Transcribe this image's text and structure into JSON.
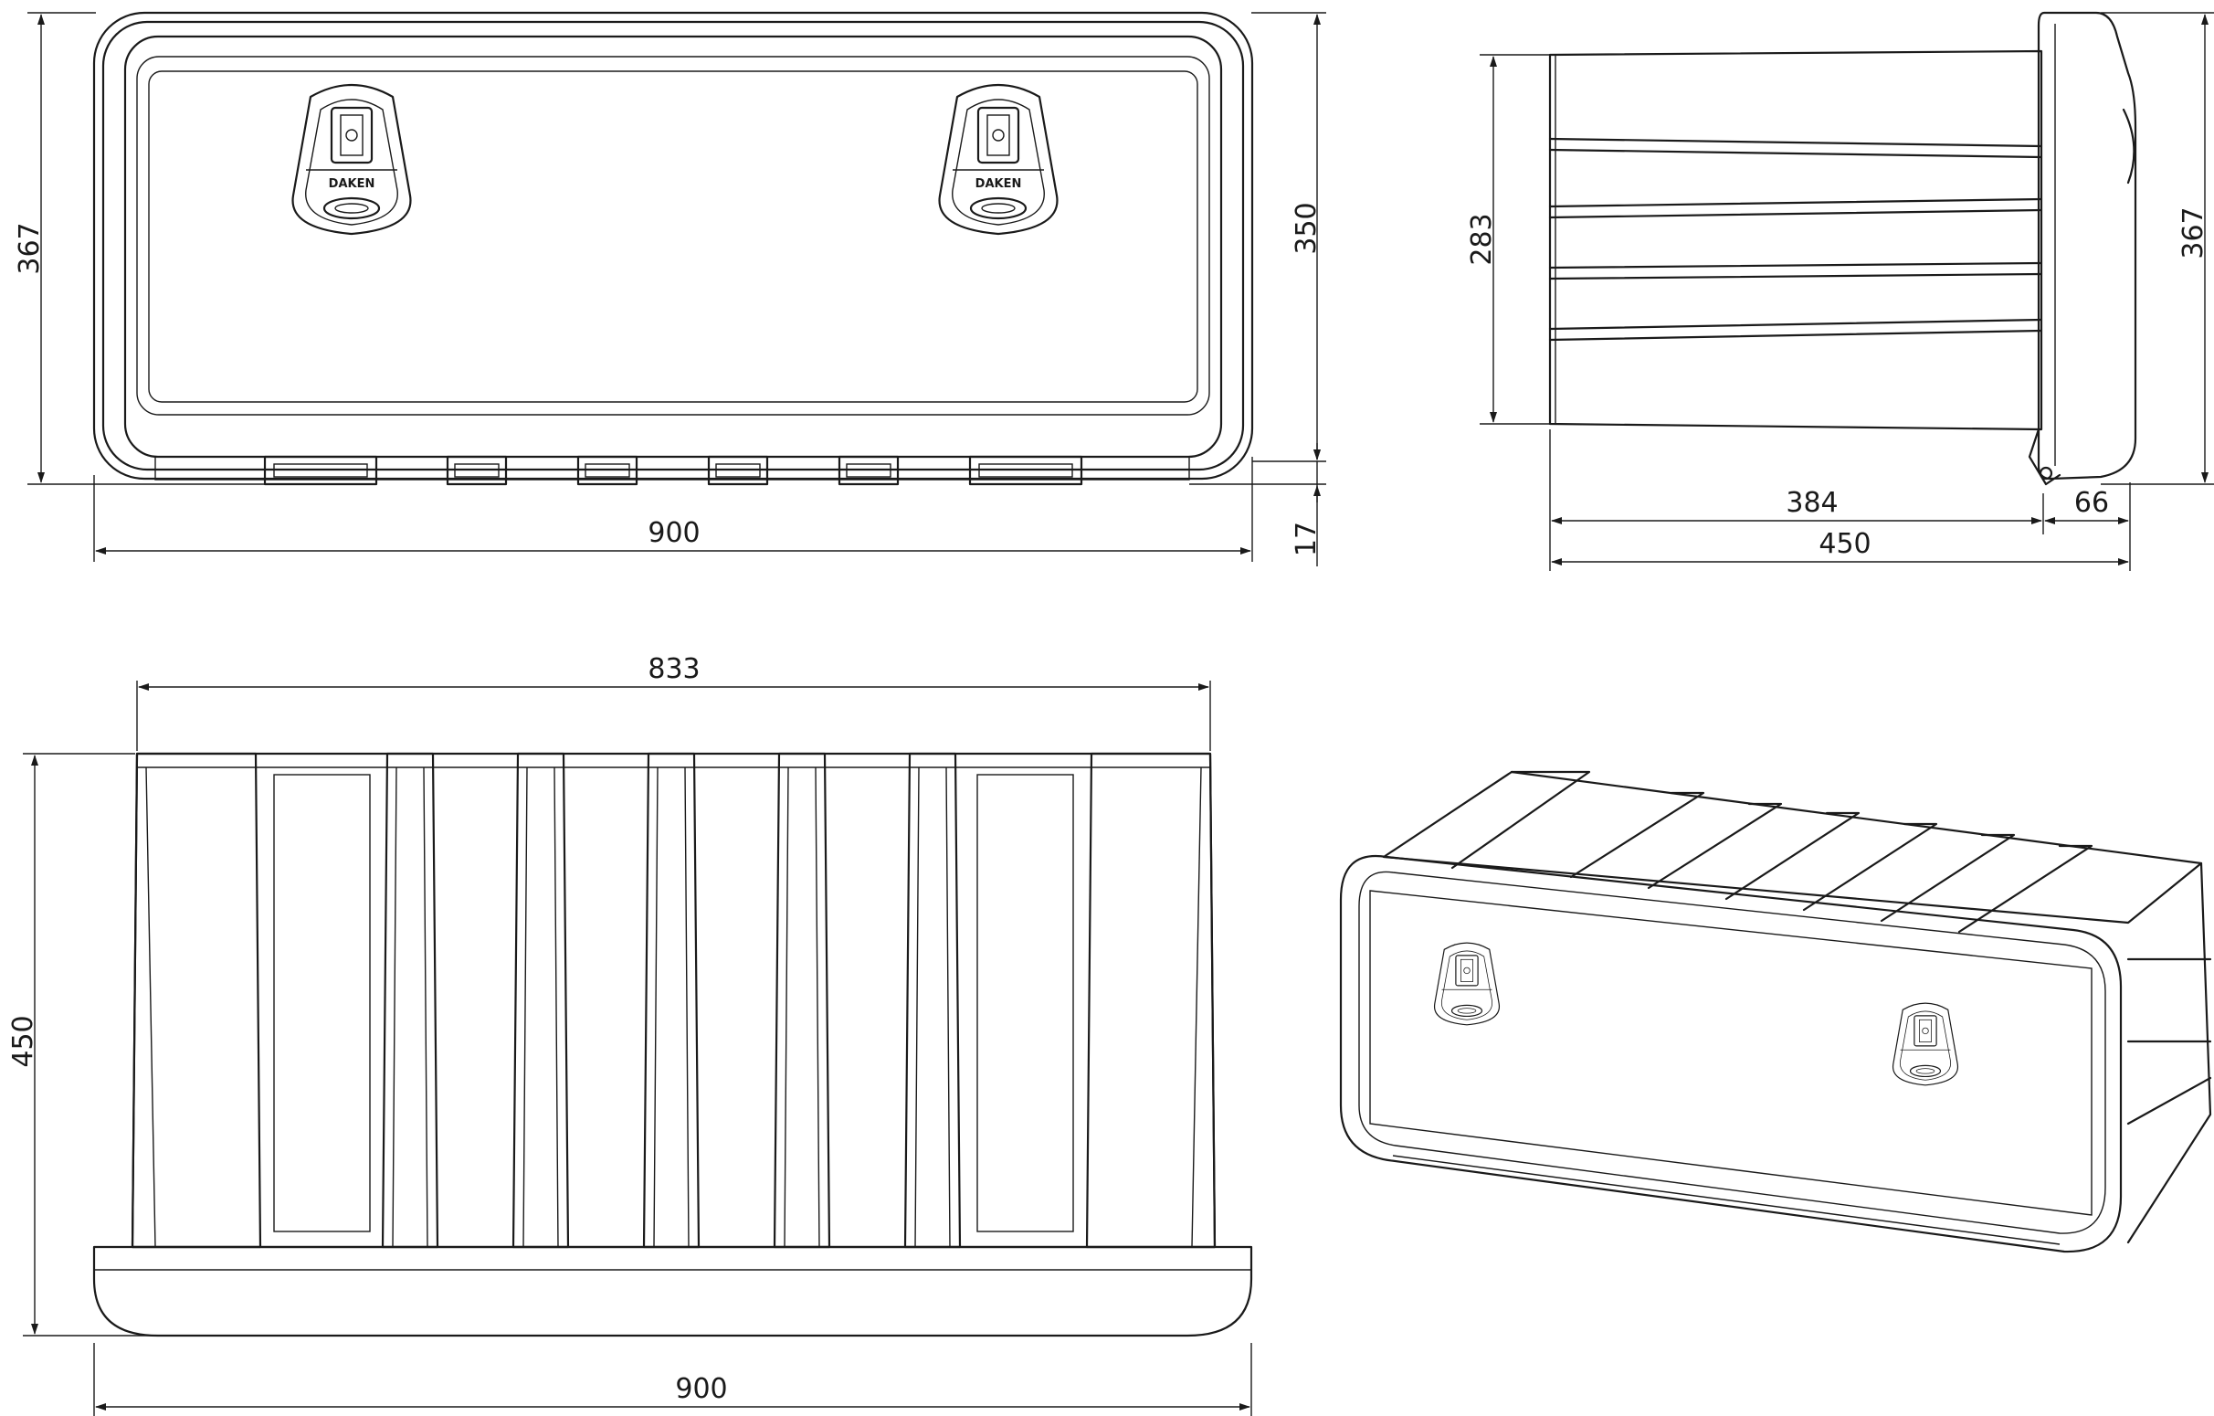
{
  "front_view": {
    "width_dim": "900",
    "height_dim": "367",
    "lid_height_dim": "350",
    "lip_dim": "17",
    "lock_brand": "DAKEN"
  },
  "side_view": {
    "inner_height_dim": "283",
    "total_height_dim": "367",
    "body_depth_dim": "384",
    "lid_depth_dim": "66",
    "total_depth_dim": "450"
  },
  "top_view": {
    "inner_width_dim": "833",
    "depth_dim": "450",
    "width_dim": "900"
  }
}
